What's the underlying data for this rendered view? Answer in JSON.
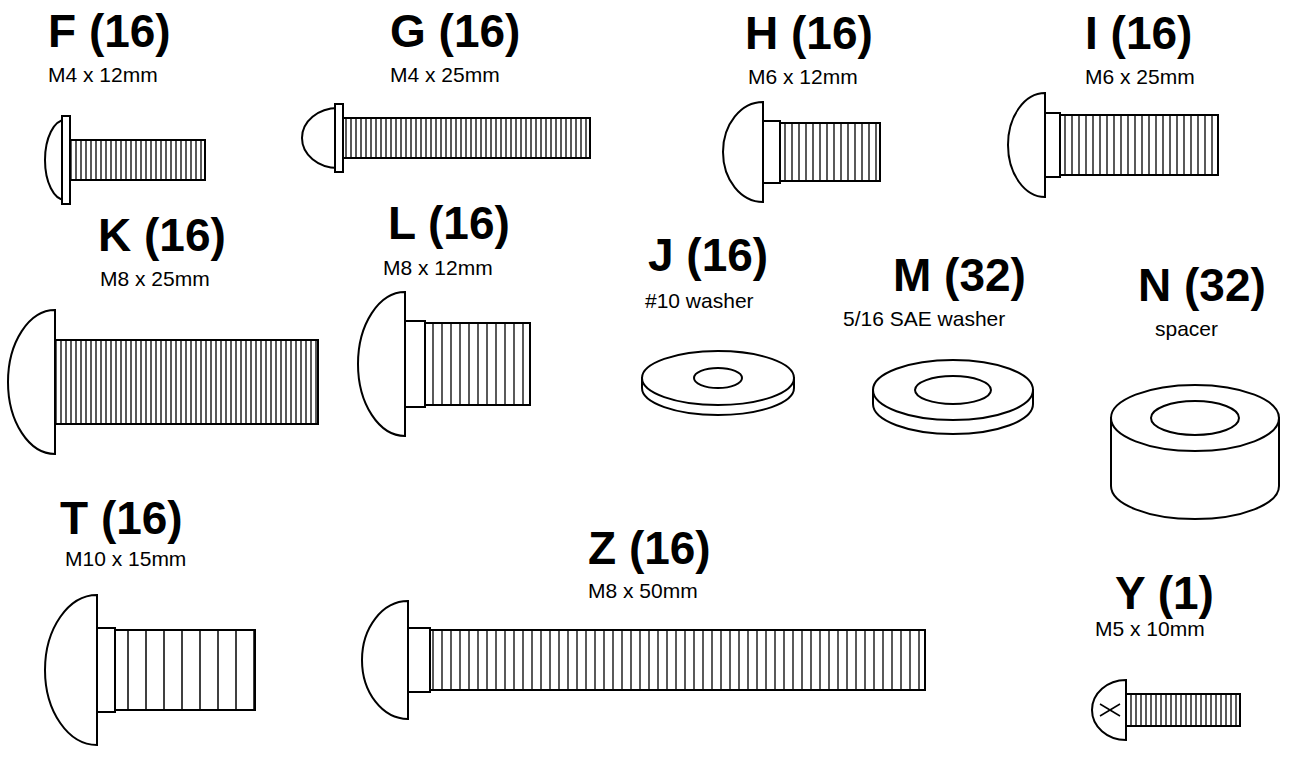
{
  "diagram": {
    "labels": [
      "F (16)",
      "M4 x 12mm",
      "G (16)",
      "M4 x 25mm",
      "H (16)",
      "M6 x 12mm",
      "I (16)",
      "M6 x 25mm",
      "K (16)",
      "M8 x 25mm",
      "L (16)",
      "M8 x 12mm",
      "J (16)",
      "#10 washer",
      "M (32)",
      "5/16 SAE washer",
      "N (32)",
      "spacer",
      "T (16)",
      "M10 x 15mm",
      "Z (16)",
      "M8 x 50mm",
      "Y (1)",
      "M5 x 10mm"
    ]
  }
}
